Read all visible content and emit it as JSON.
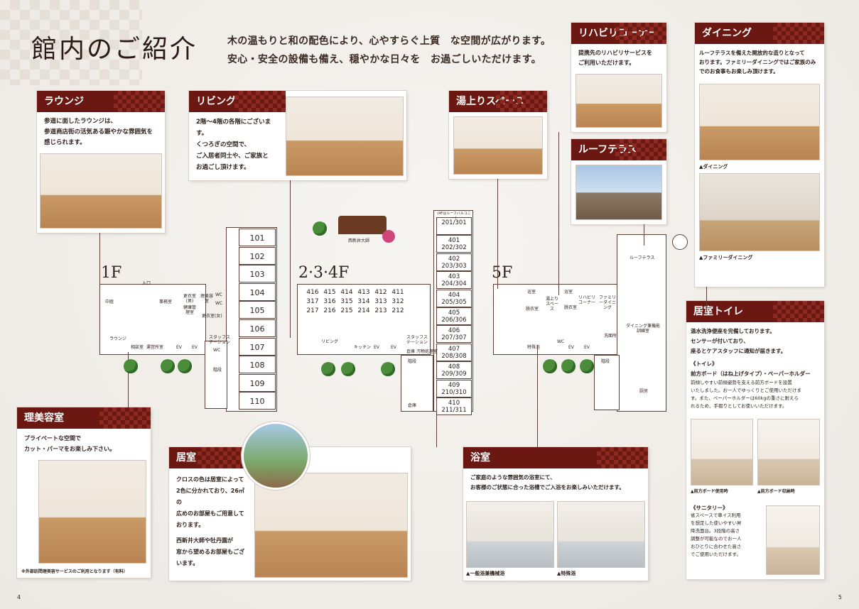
{
  "title": "館内のご紹介",
  "intro": [
    "木の温もりと和の配色により、心やすらぐ上質　な空間が広がります。",
    "安心・安全の設備も備え、穏やかな日々を　お過ごしいただけます。"
  ],
  "cards": {
    "lounge": {
      "title": "ラウンジ",
      "text": [
        "参道に面したラウンジは、",
        "参道商店街の活気ある賑やかな雰囲気を",
        "感じられます。"
      ]
    },
    "living": {
      "title": "リビング",
      "text": [
        "2階〜4階の各階にございます。",
        "くつろぎの空間で、",
        "ご入居者同士や、ご家族と",
        "お過ごし頂けます。"
      ]
    },
    "yuagari": {
      "title": "湯上りスペース"
    },
    "rehab": {
      "title": "リハビリコーナー",
      "text": [
        "提携先のリハビリサービスを",
        "ご利用いただけます。"
      ]
    },
    "roof": {
      "title": "ルーフテラス"
    },
    "dining": {
      "title": "ダイニング",
      "text": [
        "ルーフテラスを備えた開放的な造りとなって",
        "おります。ファミリーダイニングではご家族のみ",
        "でのお食事もお楽しみ頂けます。"
      ],
      "cap1": "▲ダイニング",
      "cap2": "▲ファミリーダイニング"
    },
    "barber": {
      "title": "理美容室",
      "text": [
        "プライベートな空間で",
        "カット・パーマをお楽しみ下さい。"
      ],
      "note": "※外部訪問理美容サービスのご利用となります（有料）"
    },
    "room": {
      "title": "居室",
      "text": [
        "クロスの色は居室によって",
        "2色に分かれており、26㎡の",
        "広めのお部屋もご用意して",
        "おります。",
        "西新井大師や牡丹園が",
        "窓から望めるお部屋もござ",
        "います。"
      ]
    },
    "bath": {
      "title": "浴室",
      "text": [
        "ご家庭のような雰囲気の浴室にて、",
        "お客様のご状態に合った浴槽でご入浴をお楽しみいただけます。"
      ],
      "cap1": "▲一般浴兼機械浴",
      "cap2": "▲特殊浴"
    },
    "toilet": {
      "title": "居室トイレ",
      "text": [
        "温水洗浄便座を完備しております。",
        "センサーが付いており、",
        "座るとケアスタッフに通知が届きます。"
      ],
      "h1": "《トイレ》",
      "h1sub": "前方ボード（はね上げタイプ）・ペーパーホルダー",
      "p1": [
        "前傾しやすい前傾姿勢を支える前方ボードを設置",
        "いたしました。お一人でゆっくりとご使用いただけま",
        "す。また、ペーパーホルダーは60kgの重さに耐えら",
        "れるため、手摺りとしてお使いいただけます。"
      ],
      "cap1": "▲前方ボード使用時",
      "cap2": "▲前方ボード収納時",
      "h2": "《サニタリー》",
      "p2": [
        "省スペースで車イス利用",
        "を想定した使いやすい昇",
        "降洗面台。3段階の高さ",
        "調整が可能なのでお一人",
        "おひとりに合わせた高さ",
        "でご使用いただけます。"
      ]
    }
  },
  "floors": {
    "f1": "1F",
    "f234": "2·3·4F",
    "f5": "5F",
    "rooms1": [
      "101",
      "102",
      "103",
      "104",
      "105",
      "106",
      "107",
      "108",
      "109",
      "110"
    ],
    "rooms234_grid": [
      [
        "416",
        "415",
        "414",
        "413",
        "412",
        "411"
      ],
      [
        "317",
        "316",
        "315",
        "314",
        "313",
        "312"
      ],
      [
        "217",
        "216",
        "215",
        "214",
        "213",
        "212"
      ]
    ],
    "rooms234_col": [
      "201/301",
      "401\n202/302",
      "402\n203/303",
      "403\n204/304",
      "404\n205/305",
      "405\n206/306",
      "406\n207/307",
      "407\n208/308",
      "408\n209/309",
      "409\n210/310",
      "410\n211/311"
    ],
    "col_head": "(4Fはルーフバルコニー)",
    "labels1": [
      "入口",
      "中庭",
      "事務室",
      "更衣室(男)",
      "理美容室",
      "健康管理室",
      "WC",
      "WC",
      "更衣室(女)",
      "ラウンジ",
      "相談室",
      "運営所室",
      "EV",
      "EV",
      "スタッフステーション",
      "WC",
      "階段"
    ],
    "labels234": [
      "リビング",
      "キッチン",
      "EV",
      "EV",
      "スタッフステーション",
      "倉庫",
      "汚物処理室",
      "階段",
      "倉庫"
    ],
    "labels5": [
      "浴室",
      "湯上りスペース",
      "浴室",
      "リハビリコーナー",
      "脱衣室",
      "ファミリーダイニング",
      "脱衣室",
      "特殊浴",
      "WC",
      "EV",
      "EV",
      "洗面所",
      "階段",
      "ルーフテラス",
      "ダイニング兼機能訓練室",
      "厨房"
    ],
    "temple": "西新井大師"
  },
  "page_left": "4",
  "page_right": "5"
}
